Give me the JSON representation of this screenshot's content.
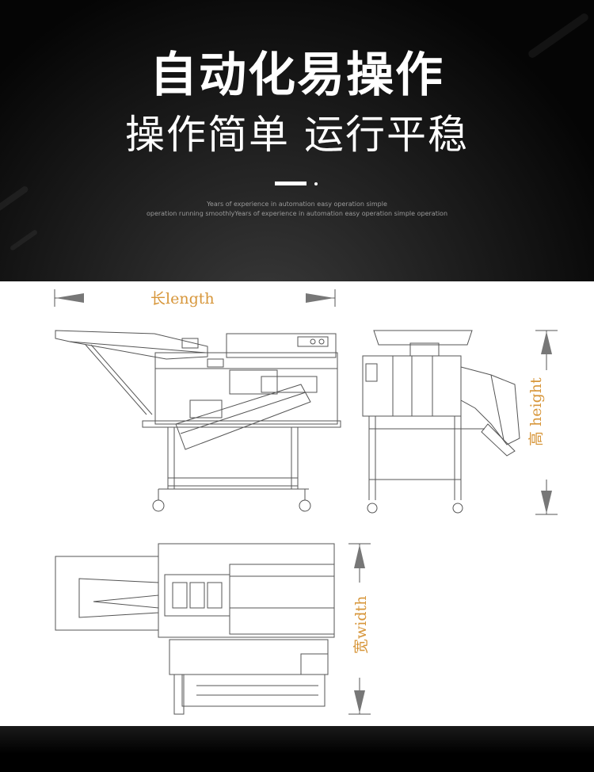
{
  "header": {
    "title": "自动化易操作",
    "subtitle": "操作简单 运行平稳",
    "tagline_line1": "Years of experience in automation easy operation simple",
    "tagline_line2": "operation running smoothlyYears of experience in automation easy operation simple operation"
  },
  "dimensions": {
    "length_cn": "长",
    "length_en": "length",
    "height_cn": "高",
    "height_en": "height",
    "width_cn": "宽",
    "width_en": "width"
  },
  "colors": {
    "label_orange": "#d7963a",
    "line_gray": "#555555"
  }
}
